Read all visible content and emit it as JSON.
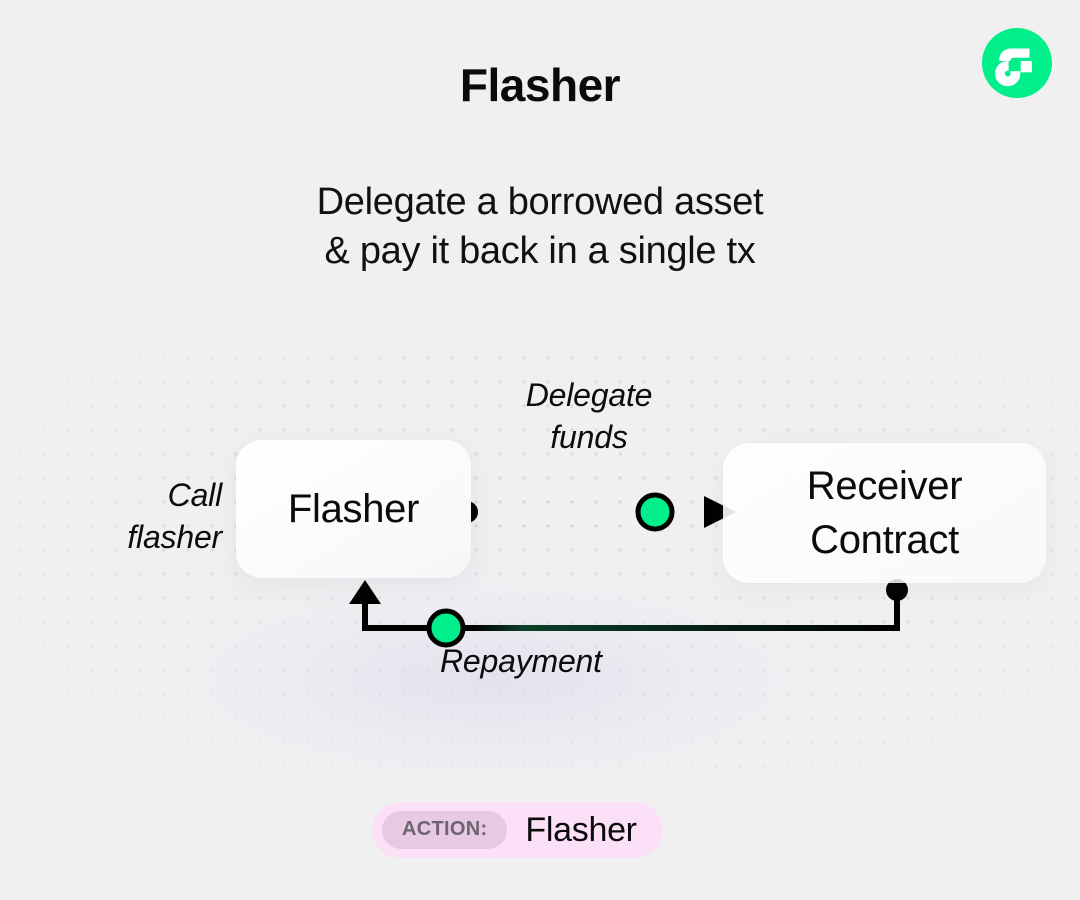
{
  "page": {
    "background_color": "#f0f0f0",
    "title": "Flasher",
    "subtitle_line1": "Delegate a borrowed asset",
    "subtitle_line2": "& pay it back in a single tx"
  },
  "brand": {
    "logo_name": "flow-logo-icon",
    "logo_color": "#00ef8b",
    "logo_mark_color": "#ffffff"
  },
  "diagram": {
    "nodes": [
      {
        "id": "flasher",
        "label": "Flasher"
      },
      {
        "id": "receiver",
        "label_line1": "Receiver",
        "label_line2": "Contract"
      }
    ],
    "edge_labels": {
      "call": "Call\nflasher",
      "delegate": "Delegate\nfunds",
      "repayment": "Repayment"
    },
    "accent_color": "#00ef8b",
    "line_color": "#000000",
    "dot_color": "#d8d8dc"
  },
  "action": {
    "chip_label": "ACTION:",
    "value": "Flasher",
    "pill_color": "#fbe0f7",
    "chip_color": "#e7c9e3"
  }
}
